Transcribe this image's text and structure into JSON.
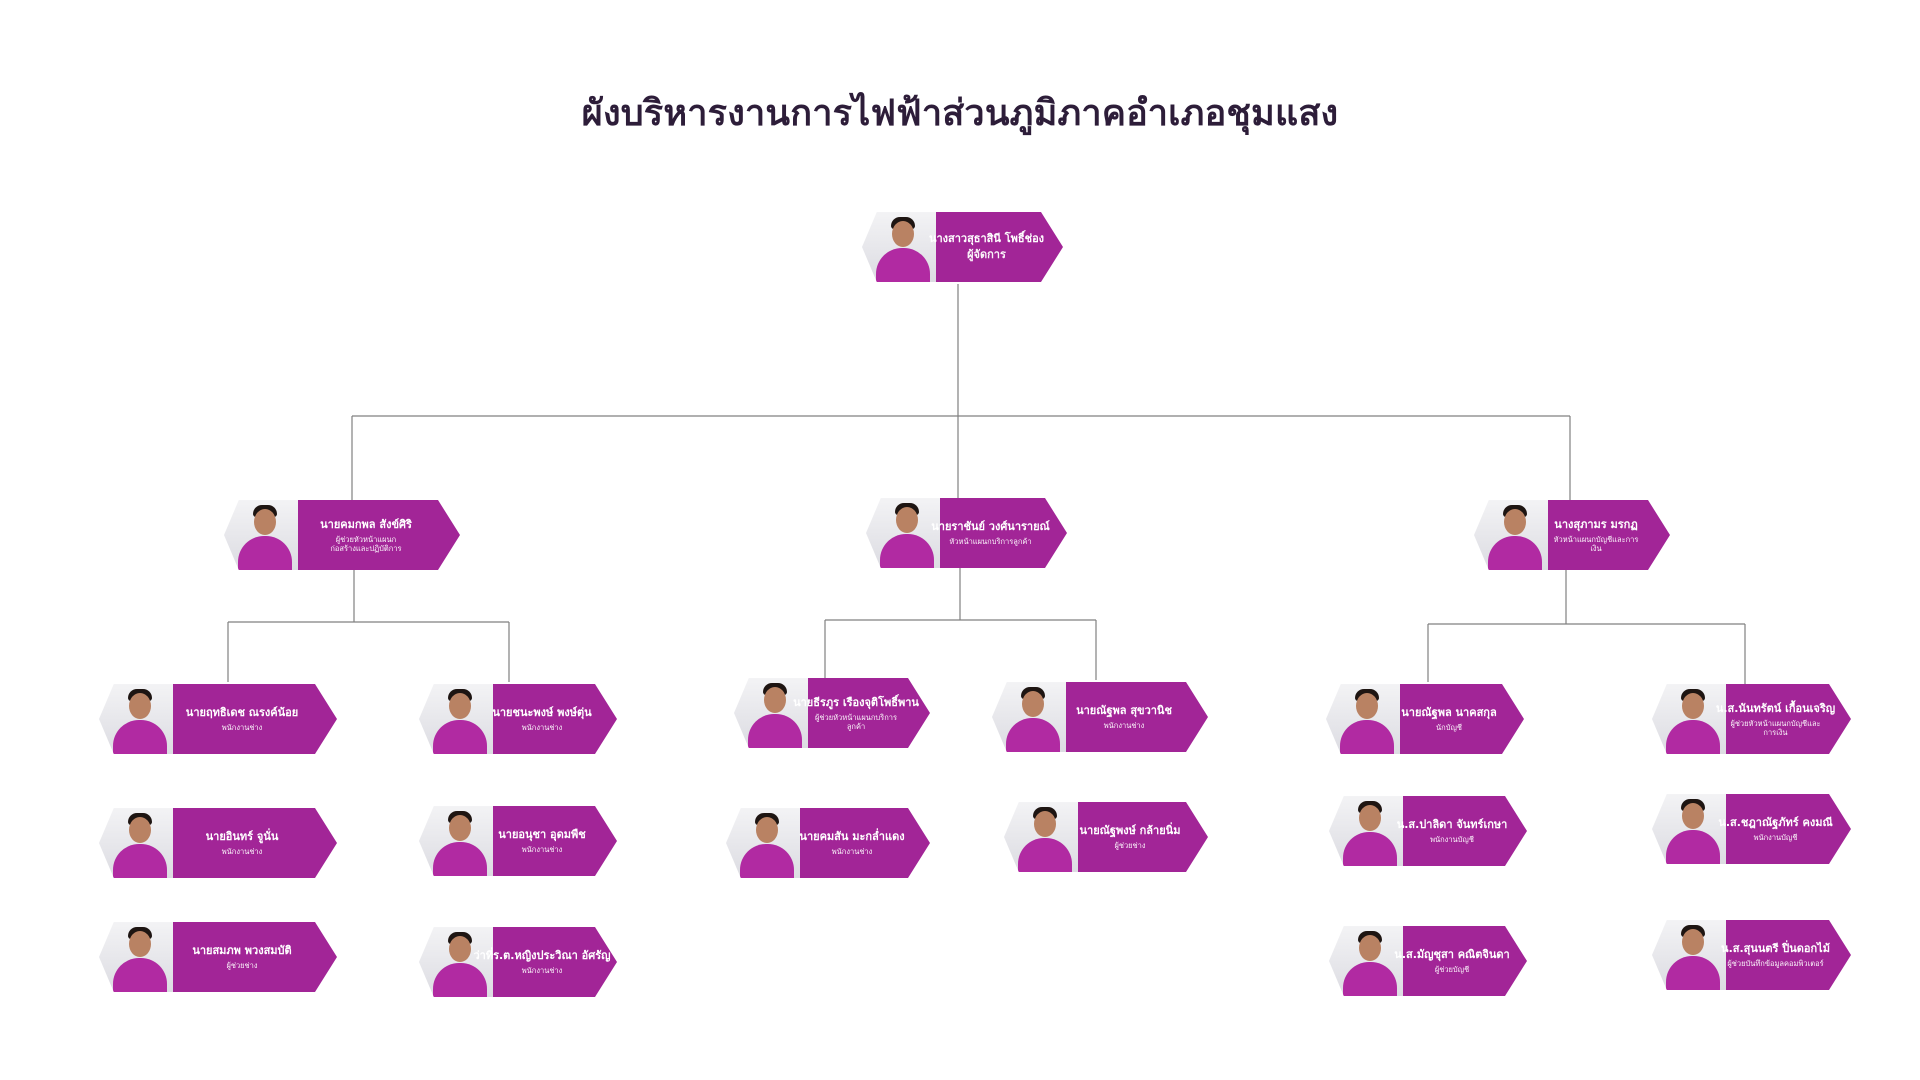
{
  "title": "ผังบริหารงานการไฟฟ้าส่วนภูมิภาคอำเภอชุมแสง",
  "colors": {
    "banner": "#a22597",
    "title": "#2d1d39",
    "line": "#808080"
  },
  "manager": {
    "name": "นางสาวสุธาสินี โพธิ์ช่อง",
    "role": "ผู้จัดการ"
  },
  "heads": [
    {
      "name": "นายคมกพล สังข์ศิริ",
      "role": "ผู้ช่วยหัวหน้าแผนก\nก่อสร้างและปฏิบัติการ"
    },
    {
      "name": "นายราชันย์ วงศ์นารายณ์",
      "role": "หัวหน้าแผนกบริการลูกค้า"
    },
    {
      "name": "นางสุภามร มรกฏ",
      "role": "หัวหน้าแผนกบัญชีและการเงิน"
    }
  ],
  "staff": {
    "col1": [
      {
        "name": "นายฤทธิเดช ณรงค์น้อย",
        "role": "พนักงานช่าง"
      },
      {
        "name": "นายอินทร์ จูนั่น",
        "role": "พนักงานช่าง"
      },
      {
        "name": "นายสมภพ พวงสมบัติ",
        "role": "ผู้ช่วยช่าง"
      }
    ],
    "col2": [
      {
        "name": "นายชนะพงษ์ พงษ์ตุ่น",
        "role": "พนักงานช่าง"
      },
      {
        "name": "นายอนุชา อุดมพืช",
        "role": "พนักงานช่าง"
      },
      {
        "name": "ว่าที่ร.ต.หญิงประวิณา อัศรัญ",
        "role": "พนักงานช่าง"
      }
    ],
    "col3": [
      {
        "name": "นายธีรภูร เรืองจุติโพธิ์พาน",
        "role": "ผู้ช่วยหัวหน้าแผนกบริการลูกค้า"
      },
      {
        "name": "นายคมสัน มะกล่ำแดง",
        "role": "พนักงานช่าง"
      }
    ],
    "col4": [
      {
        "name": "นายณัฐพล สุขวานิช",
        "role": "พนักงานช่าง"
      },
      {
        "name": "นายณัฐพงษ์ กล้ายนิ่ม",
        "role": "ผู้ช่วยช่าง"
      }
    ],
    "col5": [
      {
        "name": "นายณัฐพล นาคสกุล",
        "role": "นักบัญชี"
      },
      {
        "name": "น.ส.ปาลิดา จันทร์เกษา",
        "role": "พนักงานบัญชี"
      },
      {
        "name": "น.ส.มัญชุสา คณิตจินดา",
        "role": "ผู้ช่วยบัญชี"
      }
    ],
    "col6": [
      {
        "name": "น.ส.นันทรัตน์ เกื้อนเจริญ",
        "role": "ผู้ช่วยหัวหน้าแผนกบัญชีและการเงิน"
      },
      {
        "name": "น.ส.ชฎาณัฐภัทร์ คงมณี",
        "role": "พนักงานบัญชี"
      },
      {
        "name": "น.ส.สุนนตรี ปิ่นดอกไม้",
        "role": "ผู้ช่วยบันทึกข้อมูลคอมพิวเตอร์"
      }
    ]
  }
}
